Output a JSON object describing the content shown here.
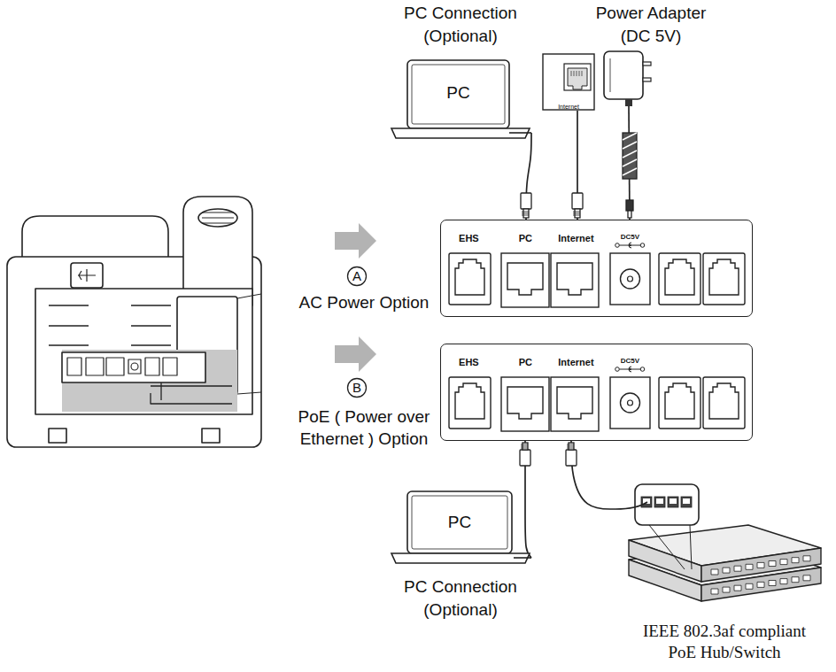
{
  "diagram": {
    "nodes": [
      {
        "text": [
          "PC Connection (Optional)",
          "PC"
        ]
      },
      {
        "text": [
          "Internet"
        ]
      },
      {
        "text": [
          "Power Adapter (DC 5V)"
        ]
      },
      {
        "text": [
          "EHS",
          "PC",
          "Internet",
          "DC5V"
        ]
      },
      {
        "text": [
          "EHS",
          "PC",
          "Internet",
          "DC5V"
        ]
      },
      {
        "text": [
          "PC",
          "PC Connection (Optional)"
        ]
      },
      {
        "text": [
          "IEEE 802.3af compliant PoE Hub/Switch"
        ]
      }
    ],
    "edges": [
      {
        "from": 0,
        "to": 3,
        "arrow": "none"
      },
      {
        "from": 1,
        "to": 3,
        "arrow": "none"
      },
      {
        "from": 2,
        "to": 3,
        "arrow": "none"
      },
      {
        "from": 4,
        "to": 5,
        "arrow": "none"
      },
      {
        "from": 4,
        "to": 6,
        "arrow": "none"
      }
    ],
    "labels": [
      "A",
      "AC Power Option",
      "B",
      "PoE ( Power over Ethernet ) Option"
    ]
  }
}
